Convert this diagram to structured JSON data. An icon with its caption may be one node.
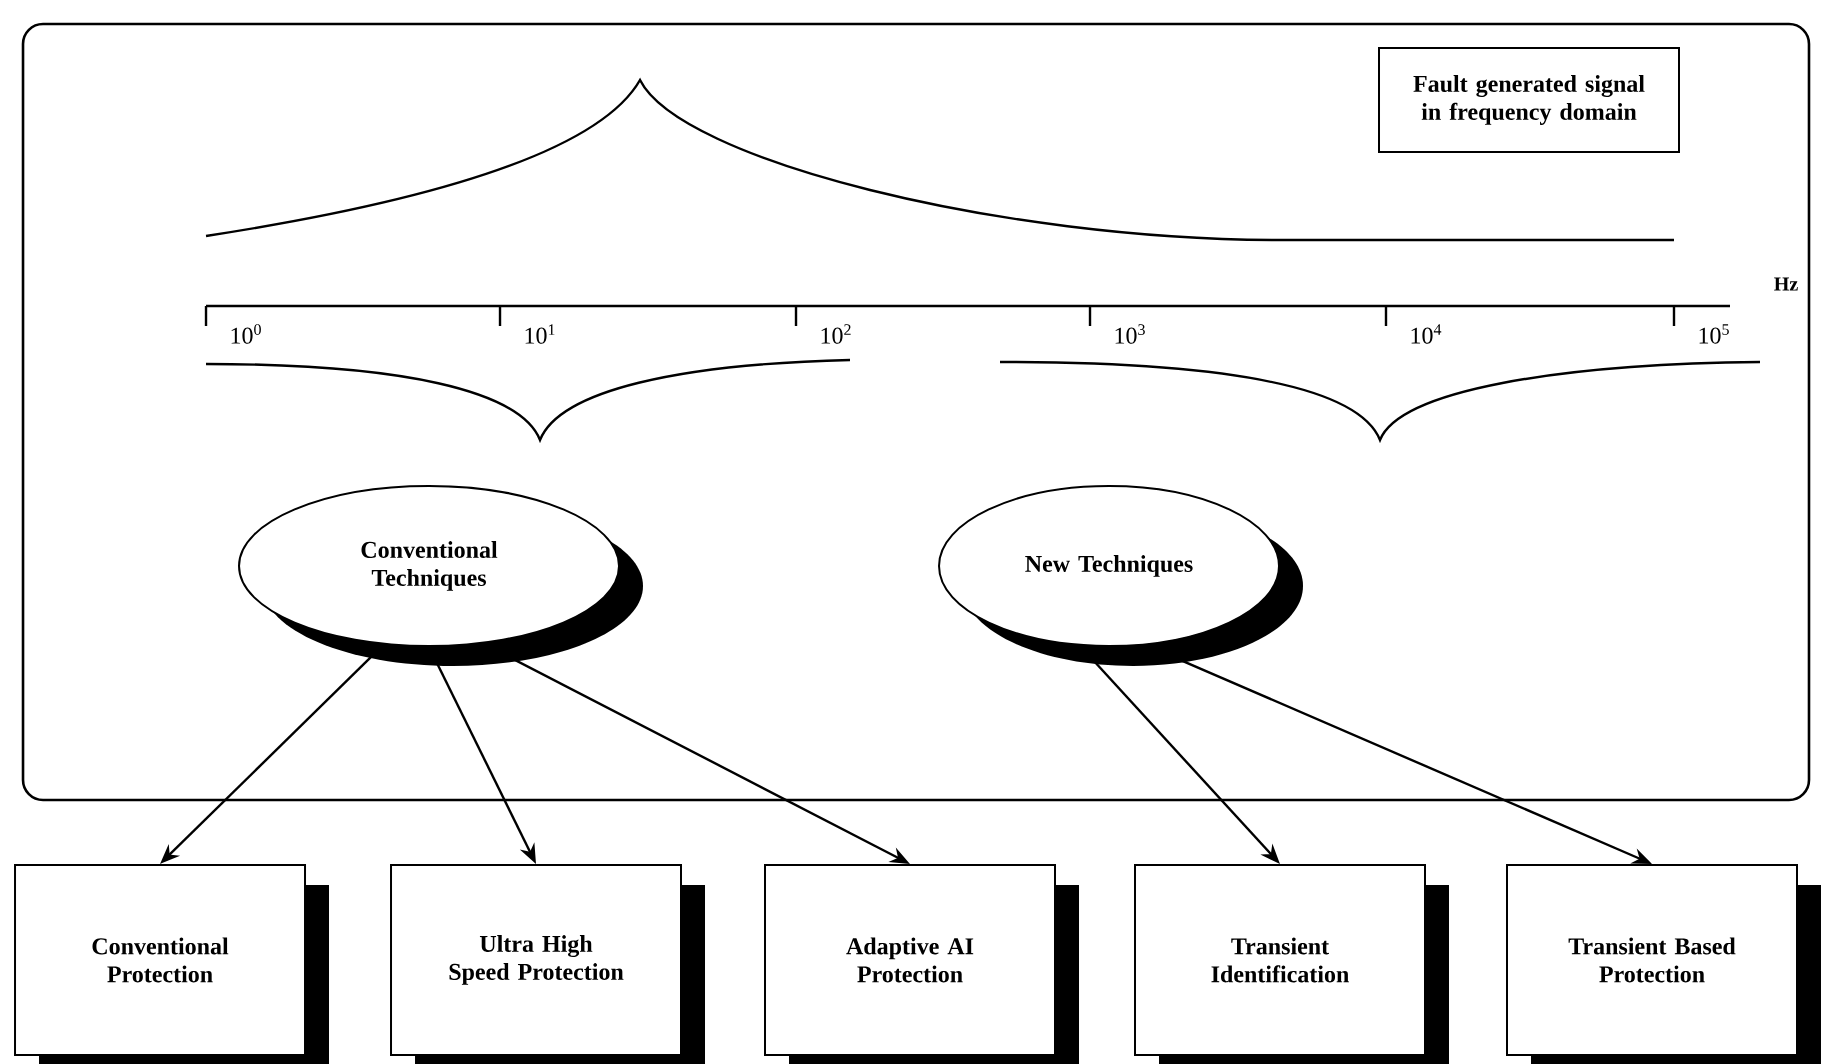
{
  "diagram": {
    "nodes": [
      {
        "text": [],
        "shape": "box"
      },
      {
        "text": [
          "Fault generated signal in frequency domain"
        ],
        "in": 0
      },
      {
        "text": [
          "Conventional Techniques"
        ],
        "in": 0
      },
      {
        "text": [
          "New Techniques"
        ],
        "in": 0
      },
      {
        "text": [
          "Conventional Protection"
        ]
      },
      {
        "text": [
          "Ultra High Speed Protection"
        ]
      },
      {
        "text": [
          "Adaptive AI Protection"
        ]
      },
      {
        "text": [
          "Transient Identification"
        ]
      },
      {
        "text": [
          "Transient Based Protection"
        ]
      }
    ],
    "edges": [
      {
        "from": 2,
        "to": 4,
        "arrow": "to"
      },
      {
        "from": 2,
        "to": 5,
        "arrow": "to"
      },
      {
        "from": 2,
        "to": 6,
        "arrow": "to"
      },
      {
        "from": 3,
        "to": 7,
        "arrow": "to"
      },
      {
        "from": 3,
        "to": 8,
        "arrow": "to"
      }
    ],
    "labels": [
      "Hz",
      "10$^{0}$",
      "10$^{1}$",
      "10$^{2}$",
      "10$^{3}$",
      "10$^{4}$",
      "10$^{5}$"
    ]
  }
}
